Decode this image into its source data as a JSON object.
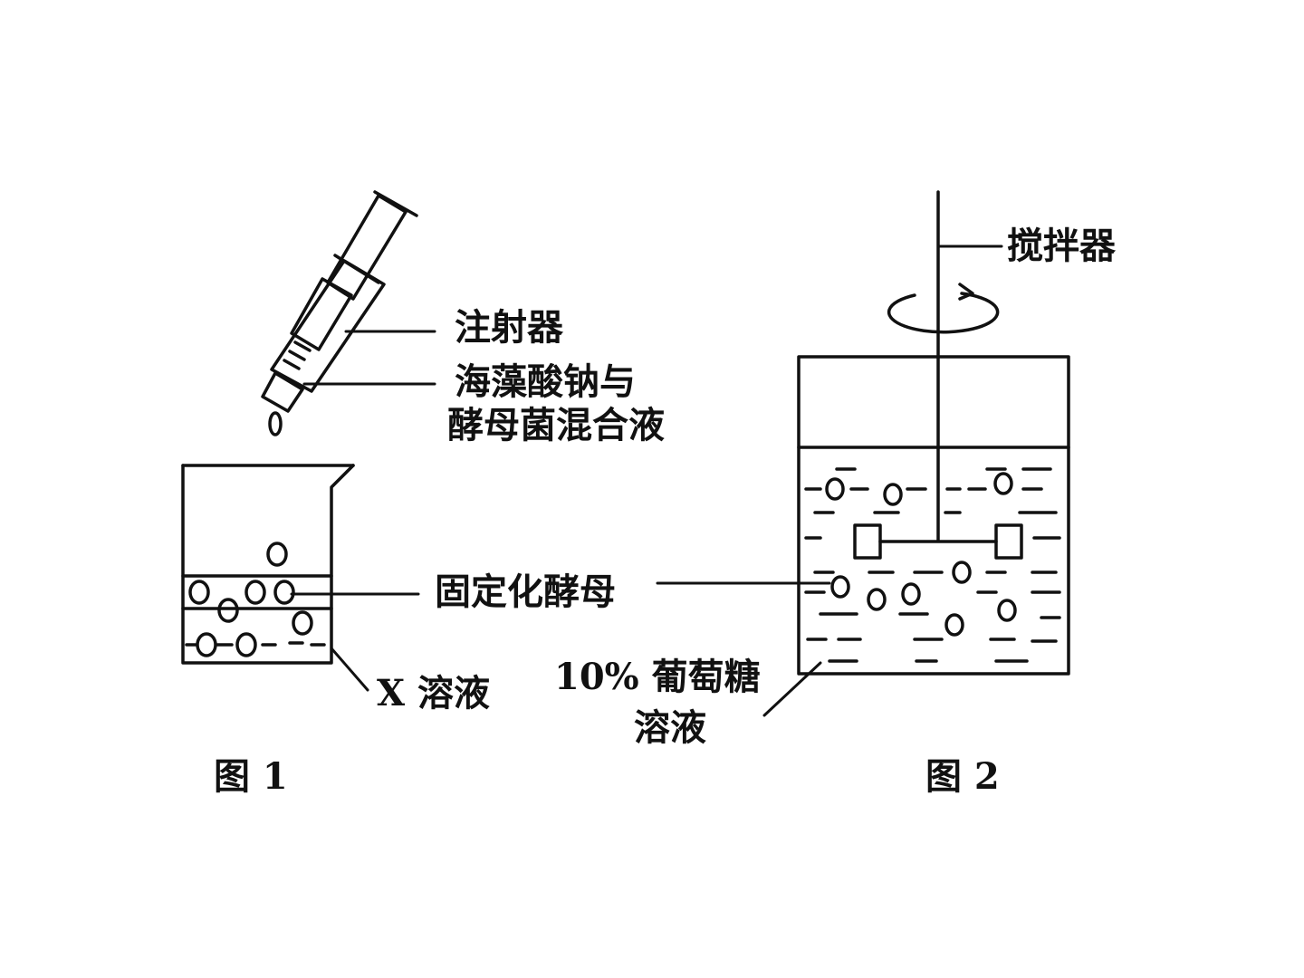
{
  "figure1": {
    "caption": "图 1",
    "syringe_label": "注射器",
    "mixture_label_line1": "海藻酸钠与",
    "mixture_label_line2": "酵母菌混合液",
    "solution_label": "X 溶液"
  },
  "figure2": {
    "caption": "图 2",
    "stirrer_label": "搅拌器",
    "glucose_label_line1": "10% 葡萄糖",
    "glucose_label_line2": "溶液"
  },
  "shared": {
    "immobilized_yeast_label": "固定化酵母"
  }
}
